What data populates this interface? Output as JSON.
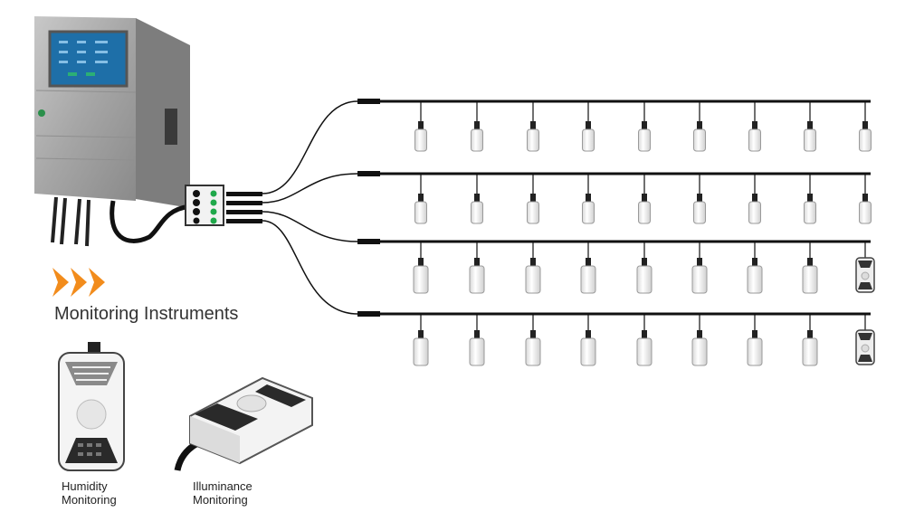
{
  "heading": "Monitoring Instruments",
  "sensors": [
    {
      "line1": "Humidity",
      "line2": "Monitoring",
      "icon": "humidity-sensor-icon"
    },
    {
      "line1": "Illuminance",
      "line2": "Monitoring",
      "icon": "illuminance-sensor-icon"
    }
  ],
  "device_icon": "control-cabinet-icon",
  "junction_icon": "junction-box-icon",
  "probe_icon": "hanging-probe-icon",
  "colors": {
    "accent": "#f28c1c",
    "cable": "#111111",
    "cabinet": "#9a9a9a",
    "screen": "#1e6fa8"
  }
}
